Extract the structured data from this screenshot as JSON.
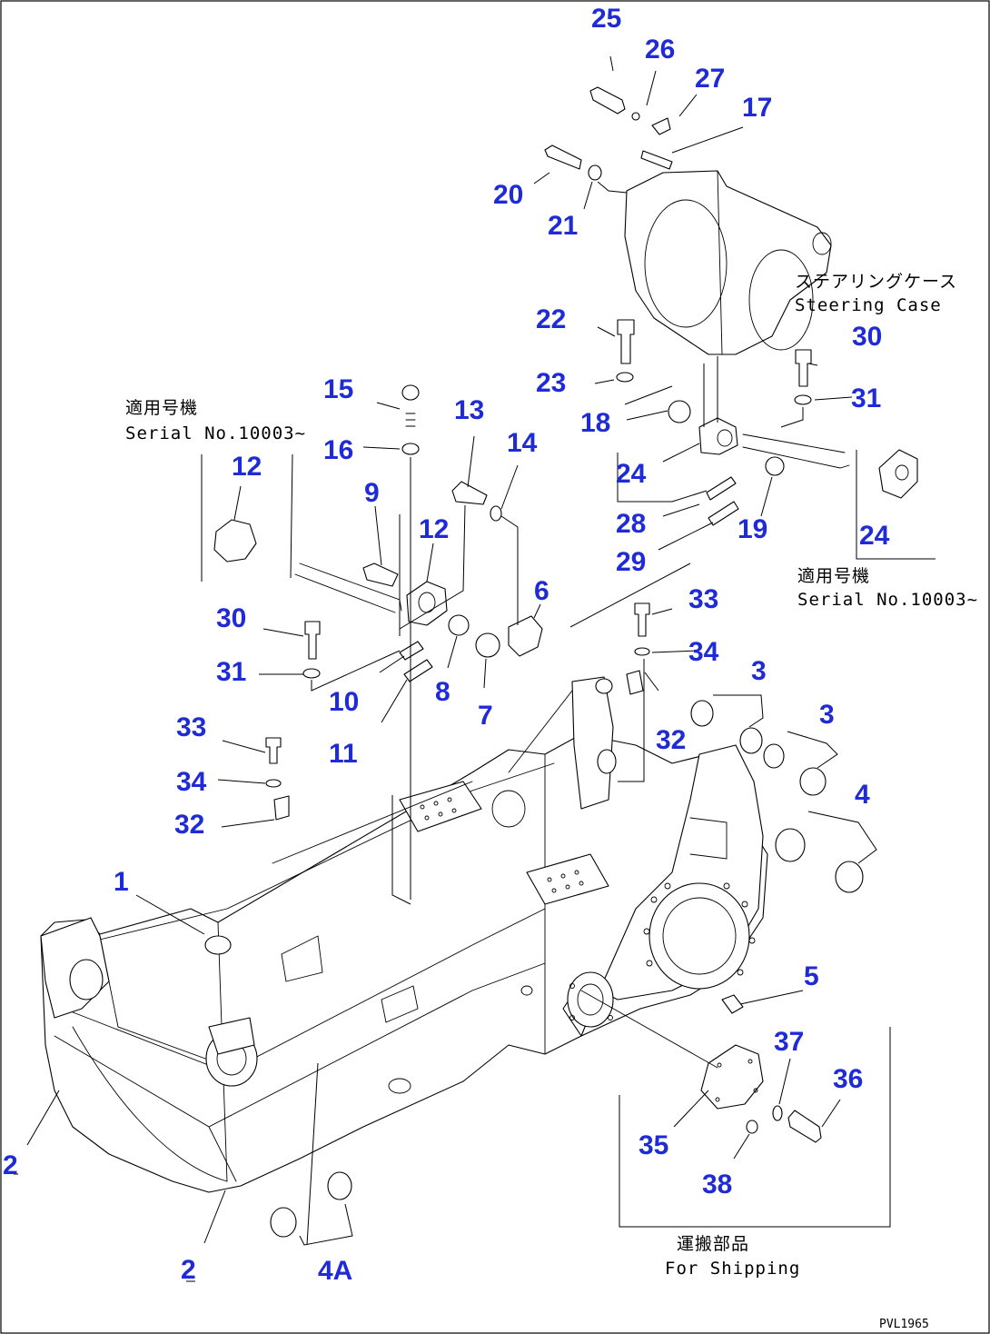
{
  "callouts": [
    {
      "id": "25",
      "label": "25"
    },
    {
      "id": "26",
      "label": "26"
    },
    {
      "id": "27",
      "label": "27"
    },
    {
      "id": "17",
      "label": "17"
    },
    {
      "id": "20",
      "label": "20"
    },
    {
      "id": "21",
      "label": "21"
    },
    {
      "id": "22",
      "label": "22"
    },
    {
      "id": "30a",
      "label": "30"
    },
    {
      "id": "23",
      "label": "23"
    },
    {
      "id": "31a",
      "label": "31"
    },
    {
      "id": "18",
      "label": "18"
    },
    {
      "id": "24a",
      "label": "24"
    },
    {
      "id": "28",
      "label": "28"
    },
    {
      "id": "19",
      "label": "19"
    },
    {
      "id": "29",
      "label": "29"
    },
    {
      "id": "24b",
      "label": "24"
    },
    {
      "id": "15",
      "label": "15"
    },
    {
      "id": "13",
      "label": "13"
    },
    {
      "id": "14",
      "label": "14"
    },
    {
      "id": "16",
      "label": "16"
    },
    {
      "id": "12a",
      "label": "12"
    },
    {
      "id": "9",
      "label": "9"
    },
    {
      "id": "12b",
      "label": "12"
    },
    {
      "id": "6",
      "label": "6"
    },
    {
      "id": "33a",
      "label": "33"
    },
    {
      "id": "30b",
      "label": "30"
    },
    {
      "id": "34a",
      "label": "34"
    },
    {
      "id": "31b",
      "label": "31"
    },
    {
      "id": "3a",
      "label": "3"
    },
    {
      "id": "10",
      "label": "10"
    },
    {
      "id": "8",
      "label": "8"
    },
    {
      "id": "3b",
      "label": "3"
    },
    {
      "id": "7",
      "label": "7"
    },
    {
      "id": "32a",
      "label": "32"
    },
    {
      "id": "33b",
      "label": "33"
    },
    {
      "id": "11",
      "label": "11"
    },
    {
      "id": "4",
      "label": "4"
    },
    {
      "id": "34b",
      "label": "34"
    },
    {
      "id": "32b",
      "label": "32"
    },
    {
      "id": "1",
      "label": "1"
    },
    {
      "id": "5",
      "label": "5"
    },
    {
      "id": "37",
      "label": "37"
    },
    {
      "id": "36",
      "label": "36"
    },
    {
      "id": "35",
      "label": "35"
    },
    {
      "id": "2a",
      "label": "2"
    },
    {
      "id": "38",
      "label": "38"
    },
    {
      "id": "2b",
      "label": "2"
    },
    {
      "id": "4A",
      "label": "4A"
    }
  ],
  "notes": {
    "steering_case_jp": "ステアリングケース",
    "steering_case_en": "Steering Case",
    "serial_left_jp": "適用号機",
    "serial_left_en": "Serial No.10003~",
    "serial_right_jp": "適用号機",
    "serial_right_en": "Serial No.10003~",
    "shipping_jp": "運搬部品",
    "shipping_en": "For Shipping",
    "drawing_ref": "PVL1965"
  }
}
